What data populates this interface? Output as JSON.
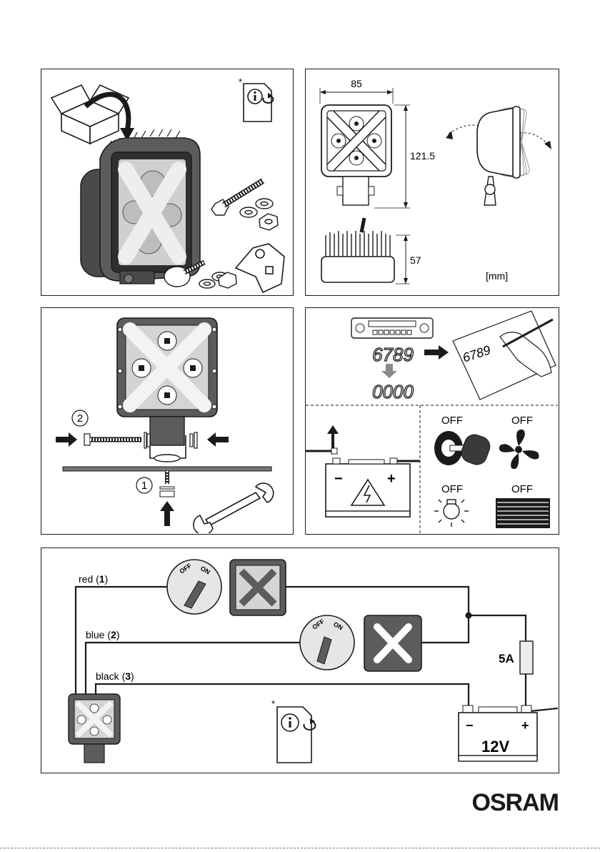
{
  "brand": {
    "name": "OSRAM"
  },
  "colors": {
    "line": "#1a1a1a",
    "housing": "#5c5c5c",
    "lens": "#d4d4d4",
    "switch": "#e6e6e6",
    "fuse": "#ececec"
  },
  "panel_unbox": {
    "info_asterisk": "*",
    "icons": [
      "box-icon",
      "rotate-arrow-icon",
      "info-leaflet-icon",
      "lamp-icon",
      "bolt-icon",
      "washer-icon",
      "nut-icon",
      "carriage-bolt-icon",
      "bracket-icon"
    ]
  },
  "panel_dimensions": {
    "width": "85",
    "height": "121.5",
    "depth": "57",
    "unit": "[mm]"
  },
  "panel_mounting": {
    "step1": "1",
    "step2": "2"
  },
  "panel_prep": {
    "code_entered": "6789",
    "code_reset": "0000",
    "note": "6789",
    "off_labels": [
      "OFF",
      "OFF",
      "OFF",
      "OFF"
    ],
    "battery_minus": "−",
    "battery_plus": "+"
  },
  "panel_wiring": {
    "wires": [
      {
        "color": "red",
        "num": "1"
      },
      {
        "color": "blue",
        "num": "2"
      },
      {
        "color": "black",
        "num": "3"
      }
    ],
    "switch_off": "OFF",
    "switch_on": "ON",
    "fuse": "5A",
    "battery": "12V",
    "battery_minus": "−",
    "battery_plus": "+",
    "info_asterisk": "*"
  }
}
